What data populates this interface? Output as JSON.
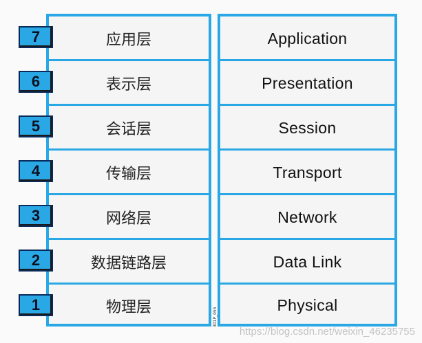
{
  "layers": [
    {
      "number": "7",
      "zh": "应用层",
      "en": "Application"
    },
    {
      "number": "6",
      "zh": "表示层",
      "en": "Presentation"
    },
    {
      "number": "5",
      "zh": "会话层",
      "en": "Session"
    },
    {
      "number": "4",
      "zh": "传输层",
      "en": "Transport"
    },
    {
      "number": "3",
      "zh": "网络层",
      "en": "Network"
    },
    {
      "number": "2",
      "zh": "数据链路层",
      "en": "Data Link"
    },
    {
      "number": "1",
      "zh": "物理层",
      "en": "Physical"
    }
  ],
  "side_mark": "301P_055",
  "watermark": "https://blog.csdn.net/weixin_46235755",
  "colors": {
    "accent": "#2aa8e6",
    "badge_border": "#0a2a5a",
    "cell_bg": "#f5f5f5"
  }
}
